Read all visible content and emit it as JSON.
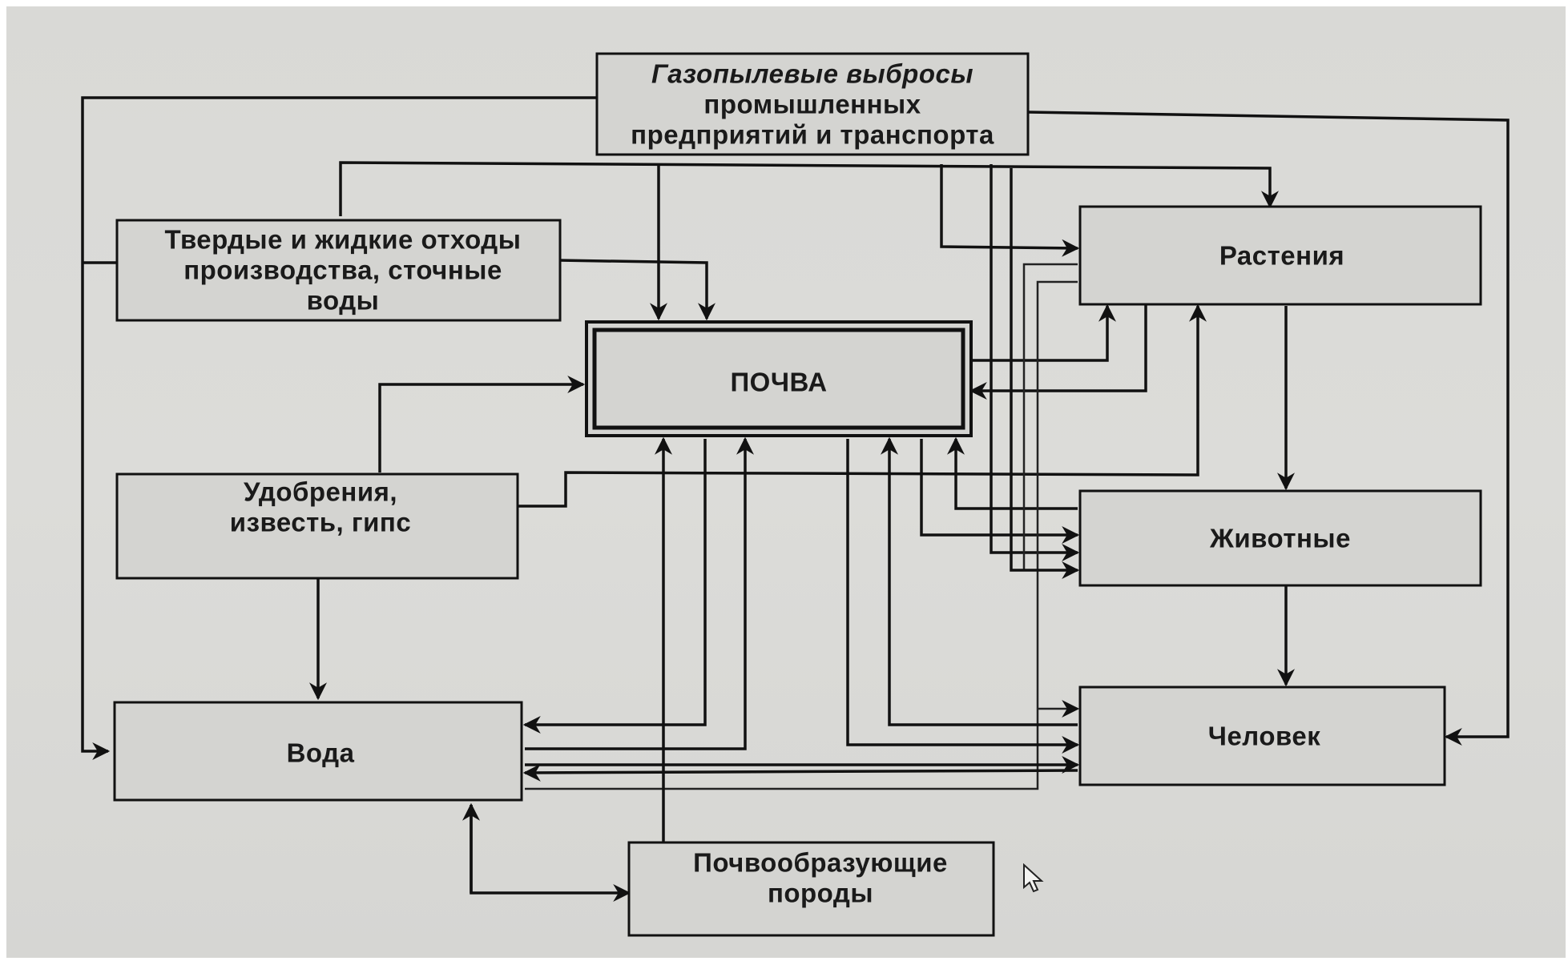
{
  "nodes": {
    "emissions": {
      "lines": [
        "Газопылевые выбросы",
        "промышленных",
        "предприятий и транспорта"
      ]
    },
    "waste": {
      "lines": [
        "Твердые и жидкие отходы",
        "производства, сточные",
        "воды"
      ]
    },
    "soil": {
      "lines": [
        "ПОЧВА"
      ]
    },
    "plants": {
      "lines": [
        "Растения"
      ]
    },
    "fertilizers": {
      "lines": [
        "Удобрения,",
        "известь, гипс"
      ]
    },
    "animals": {
      "lines": [
        "Животные"
      ]
    },
    "water": {
      "lines": [
        "Вода"
      ]
    },
    "human": {
      "lines": [
        "Человек"
      ]
    },
    "rocks": {
      "lines": [
        "Почвообразующие",
        "породы"
      ]
    }
  },
  "colors": {
    "background": "#d9d9d6",
    "box_fill": "#d4d4d1",
    "stroke": "#111111"
  },
  "icons": {
    "cursor": "mouse-pointer-icon"
  }
}
